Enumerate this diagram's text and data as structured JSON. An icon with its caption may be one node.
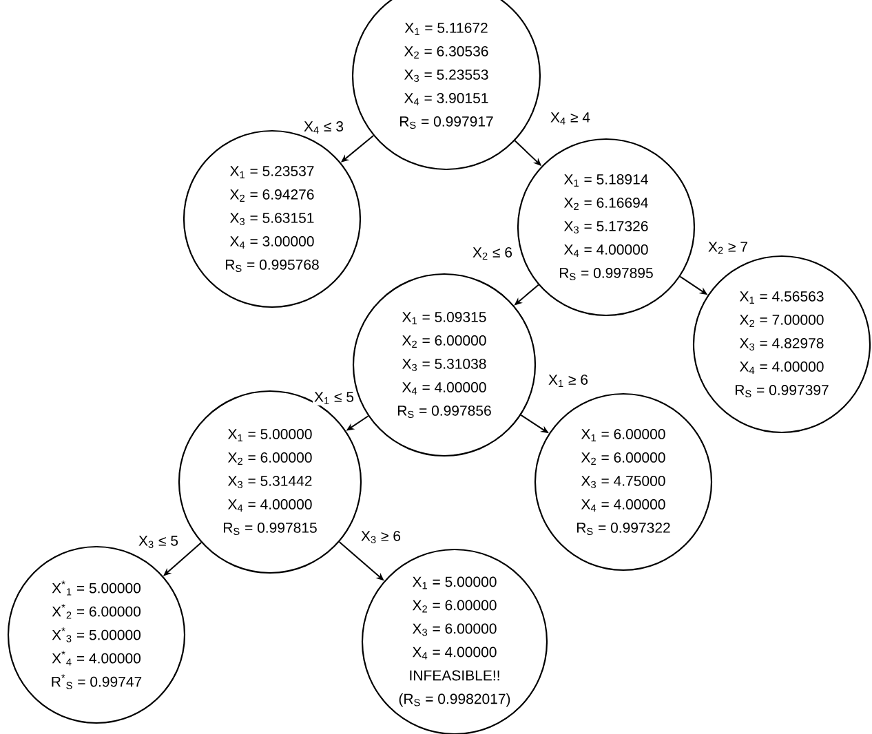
{
  "diagram": {
    "nodes": [
      {
        "text": [
          "X$_{1}$ = 5.11672",
          "X$_{2}$ = 6.30536",
          "X$_{3}$ = 5.23553",
          "X$_{4}$ = 3.90151",
          "R$_{S}$ = 0.997917"
        ]
      },
      {
        "text": [
          "X$_{1}$ = 5.23537",
          "X$_{2}$ = 6.94276",
          "X$_{3}$ = 5.63151",
          "X$_{4}$ = 3.00000",
          "R$_{S}$ = 0.995768"
        ]
      },
      {
        "text": [
          "X$_{1}$ = 5.18914",
          "X$_{2}$ = 6.16694",
          "X$_{3}$ = 5.17326",
          "X$_{4}$ = 4.00000",
          "R$_{S}$ = 0.997895"
        ]
      },
      {
        "text": [
          "X$_{1}$ = 5.09315",
          "X$_{2}$ = 6.00000",
          "X$_{3}$ = 5.31038",
          "X$_{4}$ = 4.00000",
          "R$_{S}$ = 0.997856"
        ]
      },
      {
        "text": [
          "X$_{1}$ = 4.56563",
          "X$_{2}$ = 7.00000",
          "X$_{3}$ = 4.82978",
          "X$_{4}$ = 4.00000",
          "R$_{S}$ = 0.997397"
        ]
      },
      {
        "text": [
          "X$_{1}$ = 5.00000",
          "X$_{2}$ = 6.00000",
          "X$_{3}$ = 5.31442",
          "X$_{4}$ = 4.00000",
          "R$_{S}$ = 0.997815"
        ]
      },
      {
        "text": [
          "X$_{1}$ = 6.00000",
          "X$_{2}$ = 6.00000",
          "X$_{3}$ = 4.75000",
          "X$_{4}$ = 4.00000",
          "R$_{S}$ = 0.997322"
        ]
      },
      {
        "text": [
          "X$^{*}$$_{1}$ = 5.00000",
          "X$^{*}$$_{2}$ = 6.00000",
          "X$^{*}$$_{3}$ = 5.00000",
          "X$^{*}$$_{4}$ = 4.00000",
          "R$^{*}$$_{S}$ = 0.99747"
        ]
      },
      {
        "text": [
          "X$_{1}$ = 5.00000",
          "X$_{2}$ = 6.00000",
          "X$_{3}$ = 6.00000",
          "X$_{4}$ = 4.00000",
          "INFEASIBLE!!",
          "(R$_{S}$ = 0.9982017)"
        ]
      }
    ],
    "edges": [
      {
        "from": 0,
        "to": 1,
        "arrow": "to",
        "label": "X$_{4}$ ≤ 3"
      },
      {
        "from": 0,
        "to": 2,
        "arrow": "to",
        "label": "X$_{4}$ ≥ 4"
      },
      {
        "from": 2,
        "to": 3,
        "arrow": "to",
        "label": "X$_{2}$ ≤ 6"
      },
      {
        "from": 2,
        "to": 4,
        "arrow": "to",
        "label": "X$_{2}$ ≥ 7"
      },
      {
        "from": 3,
        "to": 5,
        "arrow": "to",
        "label": "X$_{1}$ ≤ 5"
      },
      {
        "from": 3,
        "to": 6,
        "arrow": "to",
        "label": "X$_{1}$ ≥ 6"
      },
      {
        "from": 5,
        "to": 7,
        "arrow": "to",
        "label": "X$_{3}$ ≤ 5"
      },
      {
        "from": 5,
        "to": 8,
        "arrow": "to",
        "label": "X$_{3}$ ≥ 6"
      }
    ]
  }
}
